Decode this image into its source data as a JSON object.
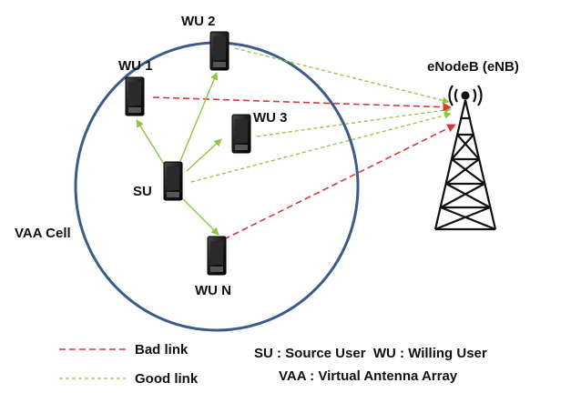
{
  "nodes": {
    "wu1": "WU 1",
    "wu2": "WU 2",
    "wu3": "WU 3",
    "su": "SU",
    "wun": "WU N",
    "enb": "eNodeB (eNB)",
    "cell": "VAA Cell"
  },
  "legend": {
    "bad_link": "Bad link",
    "good_link": "Good link",
    "abbr_line1": "SU : Source User  WU : Willing User",
    "abbr_line2": "VAA : Virtual Antenna Array"
  },
  "colors": {
    "ellipse": "#3b5b8a",
    "bad_link": "#d9363e",
    "good_link": "#8cc63f",
    "tower": "#111111"
  }
}
